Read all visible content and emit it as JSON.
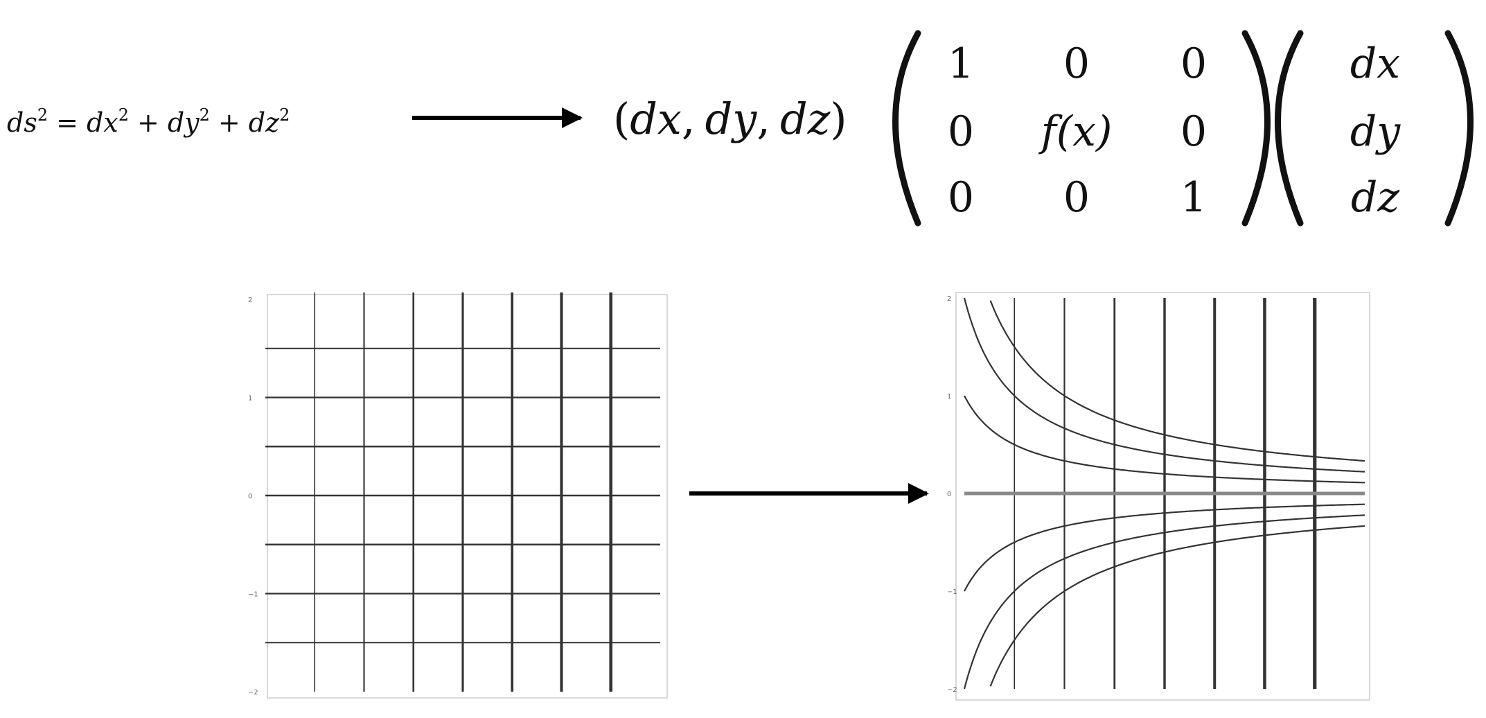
{
  "equation": {
    "left": {
      "ds": "ds",
      "dx": "dx",
      "dy": "dy",
      "dz": "dz",
      "eq": "=",
      "plus": "+",
      "exp": "2"
    },
    "row_vector": {
      "open": "(",
      "close": ")",
      "entries": [
        "dx",
        "dy",
        "dz"
      ],
      "separator": ","
    },
    "matrix": [
      [
        "1",
        "0",
        "0"
      ],
      [
        "0",
        "f(x)",
        "0"
      ],
      [
        "0",
        "0",
        "1"
      ]
    ],
    "column_vector": [
      "dx",
      "dy",
      "dz"
    ]
  },
  "plots": {
    "left": {
      "y_ticks": [
        "2",
        "1",
        "0",
        "−1",
        "−2"
      ],
      "xlim": [
        -2,
        2
      ],
      "ylim": [
        -2,
        2
      ],
      "vertical_lines_x": [
        -1.5,
        -1,
        -0.5,
        0,
        0.5,
        1,
        1.5
      ],
      "horizontal_lines_y": [
        1.5,
        1,
        0.5,
        0,
        -0.5,
        -1,
        -1.5
      ],
      "frame_color": "#cccccc",
      "line_color": "#333333"
    },
    "right": {
      "y_ticks": [
        "2",
        "1",
        "0",
        "−1",
        "−2"
      ],
      "xlim": [
        -2,
        2
      ],
      "ylim": [
        -2,
        2
      ],
      "vertical_lines_x": [
        -1.5,
        -1,
        -0.5,
        0,
        0.5,
        1,
        1.5
      ],
      "curve_family": "y = c / (x + 2.5)",
      "curve_constants": [
        1.5,
        1,
        0.5,
        0,
        -0.5,
        -1,
        -1.5
      ],
      "frame_color": "#cccccc",
      "line_color": "#333333"
    }
  },
  "arrow_color": "#000000"
}
